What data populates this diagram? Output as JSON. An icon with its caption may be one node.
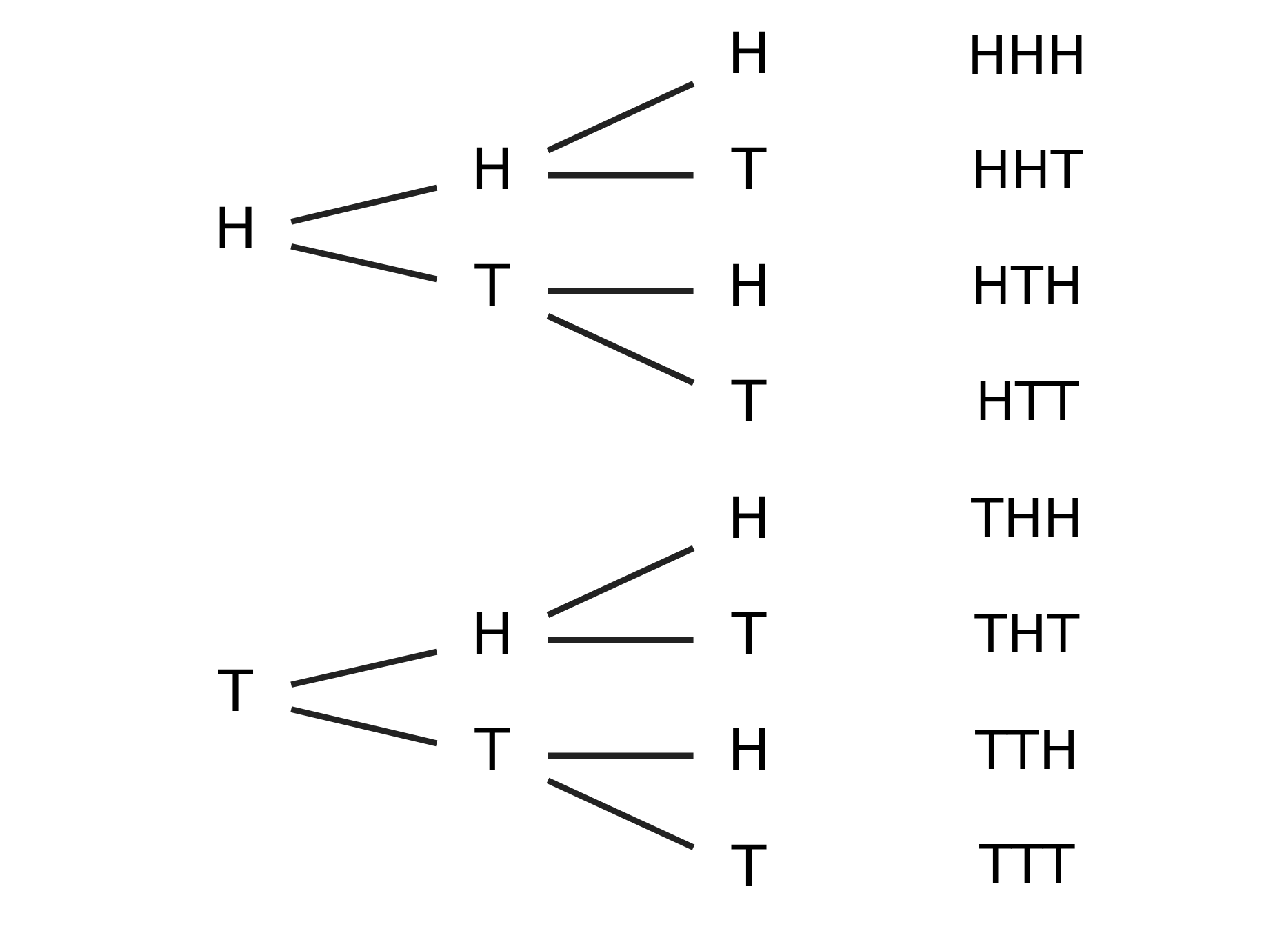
{
  "diagram": {
    "nodes": [
      {
        "text": [
          "H"
        ]
      },
      {
        "text": [
          "H"
        ]
      },
      {
        "text": [
          "T"
        ]
      },
      {
        "text": [
          "H"
        ]
      },
      {
        "text": [
          "T"
        ]
      },
      {
        "text": [
          "H"
        ]
      },
      {
        "text": [
          "T"
        ]
      },
      {
        "text": [
          "T"
        ]
      },
      {
        "text": [
          "H"
        ]
      },
      {
        "text": [
          "T"
        ]
      },
      {
        "text": [
          "H"
        ]
      },
      {
        "text": [
          "T"
        ]
      },
      {
        "text": [
          "H"
        ]
      },
      {
        "text": [
          "T"
        ]
      }
    ],
    "edges": [
      {
        "from": 0,
        "to": 1,
        "arrow": "none"
      },
      {
        "from": 0,
        "to": 2,
        "arrow": "none"
      },
      {
        "from": 1,
        "to": 3,
        "arrow": "none"
      },
      {
        "from": 1,
        "to": 4,
        "arrow": "none"
      },
      {
        "from": 2,
        "to": 5,
        "arrow": "none"
      },
      {
        "from": 2,
        "to": 6,
        "arrow": "none"
      },
      {
        "from": 7,
        "to": 8,
        "arrow": "none"
      },
      {
        "from": 7,
        "to": 9,
        "arrow": "none"
      },
      {
        "from": 8,
        "to": 10,
        "arrow": "none"
      },
      {
        "from": 8,
        "to": 11,
        "arrow": "none"
      },
      {
        "from": 9,
        "to": 12,
        "arrow": "none"
      },
      {
        "from": 9,
        "to": 13,
        "arrow": "none"
      }
    ],
    "labels": [
      "HHH",
      "HHT",
      "HTH",
      "HTT",
      "THH",
      "THT",
      "TTH",
      "TTT"
    ]
  }
}
